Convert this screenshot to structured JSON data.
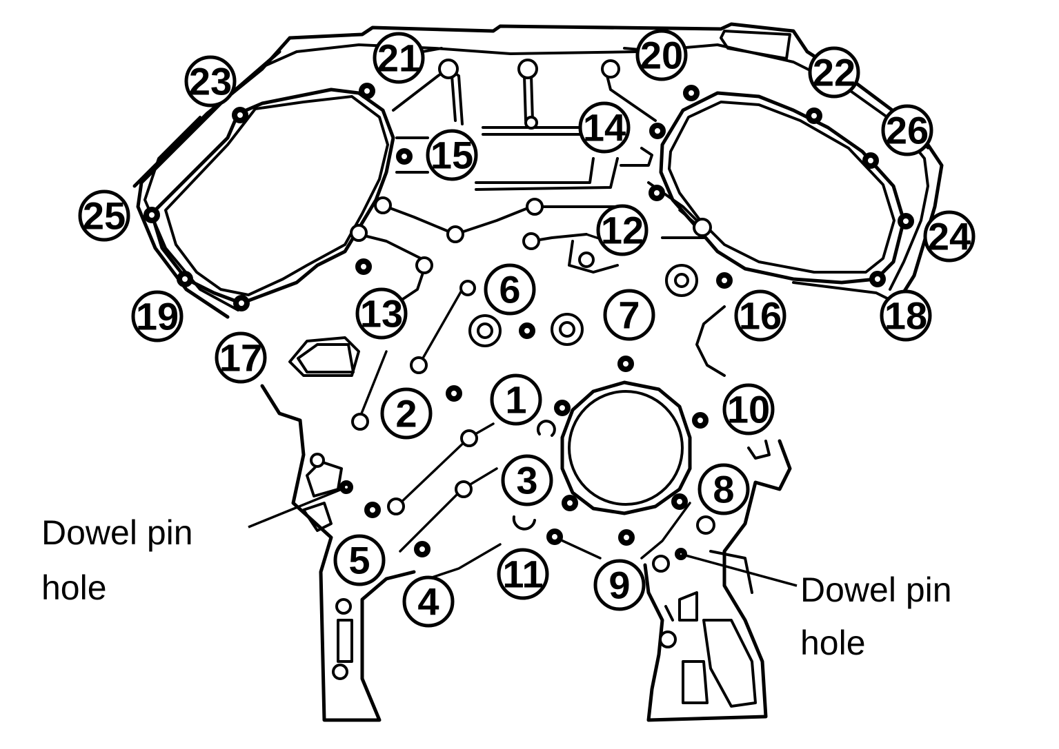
{
  "callouts": [
    "1",
    "2",
    "3",
    "4",
    "5",
    "6",
    "7",
    "8",
    "9",
    "10",
    "11",
    "12",
    "13",
    "14",
    "15",
    "16",
    "17",
    "18",
    "19",
    "20",
    "21",
    "22",
    "23",
    "24",
    "25",
    "26"
  ],
  "labels": {
    "dowel_left_line1": "Dowel pin",
    "dowel_left_line2": "hole",
    "dowel_right_line1": "Dowel pin",
    "dowel_right_line2": "hole"
  }
}
